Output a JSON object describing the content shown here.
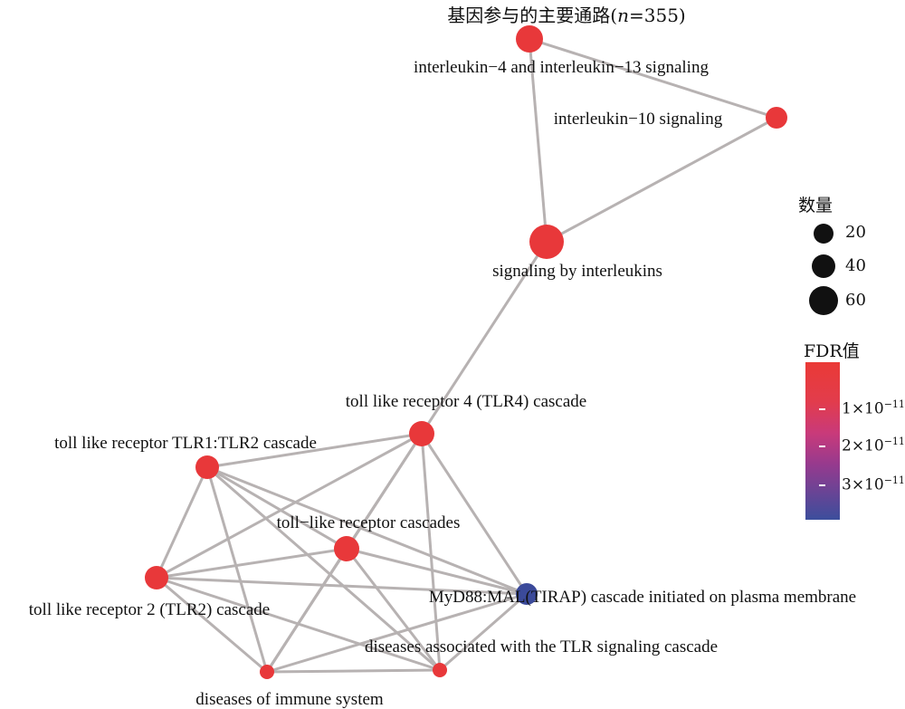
{
  "title": {
    "prefix": "基因参与的主要通路(",
    "n_symbol": "n",
    "suffix": "=355)"
  },
  "network": {
    "nodes": [
      {
        "id": "il4_il13",
        "label": "interleukin−4 and interleukin−13 signaling",
        "count": 40,
        "color": "#e8383a"
      },
      {
        "id": "il10",
        "label": "interleukin−10 signaling",
        "count": 20,
        "color": "#e8383a"
      },
      {
        "id": "sig_il",
        "label": "signaling by interleukins",
        "count": 60,
        "color": "#e8383a"
      },
      {
        "id": "tlr4",
        "label": "toll like receptor 4 (TLR4) cascade",
        "count": 30,
        "color": "#e8383a"
      },
      {
        "id": "tlr12",
        "label": "toll like receptor TLR1:TLR2 cascade",
        "count": 28,
        "color": "#e8383a"
      },
      {
        "id": "tlr_cascades",
        "label": "toll−like receptor cascades",
        "count": 32,
        "color": "#e8383a"
      },
      {
        "id": "myd88",
        "label": "MyD88:MAL(TIRAP) cascade initiated on plasma membrane",
        "count": 24,
        "color": "#3b4a9a"
      },
      {
        "id": "tlr2",
        "label": "toll like receptor 2 (TLR2) cascade",
        "count": 28,
        "color": "#e8383a"
      },
      {
        "id": "dis_tlr",
        "label": "diseases associated with the TLR signaling cascade",
        "count": 12,
        "color": "#e8383a"
      },
      {
        "id": "dis_immune",
        "label": "diseases of immune system",
        "count": 12,
        "color": "#e8383a"
      }
    ],
    "edges": [
      [
        "il4_il13",
        "il10"
      ],
      [
        "il4_il13",
        "sig_il"
      ],
      [
        "il10",
        "sig_il"
      ],
      [
        "sig_il",
        "tlr4"
      ],
      [
        "tlr4",
        "tlr12"
      ],
      [
        "tlr4",
        "tlr_cascades"
      ],
      [
        "tlr4",
        "myd88"
      ],
      [
        "tlr4",
        "tlr2"
      ],
      [
        "tlr4",
        "dis_tlr"
      ],
      [
        "tlr4",
        "dis_immune"
      ],
      [
        "tlr12",
        "tlr_cascades"
      ],
      [
        "tlr12",
        "myd88"
      ],
      [
        "tlr12",
        "tlr2"
      ],
      [
        "tlr12",
        "dis_tlr"
      ],
      [
        "tlr12",
        "dis_immune"
      ],
      [
        "tlr_cascades",
        "myd88"
      ],
      [
        "tlr_cascades",
        "tlr2"
      ],
      [
        "tlr_cascades",
        "dis_tlr"
      ],
      [
        "tlr_cascades",
        "dis_immune"
      ],
      [
        "myd88",
        "tlr2"
      ],
      [
        "myd88",
        "dis_tlr"
      ],
      [
        "myd88",
        "dis_immune"
      ],
      [
        "tlr2",
        "dis_tlr"
      ],
      [
        "tlr2",
        "dis_immune"
      ],
      [
        "dis_tlr",
        "dis_immune"
      ]
    ]
  },
  "legend": {
    "size_title": "数量",
    "size_items": [
      "20",
      "40",
      "60"
    ],
    "color_title": "FDR值",
    "color_ticks": [
      {
        "base": "1×10",
        "exp": "−11"
      },
      {
        "base": "2×10",
        "exp": "−11"
      },
      {
        "base": "3×10",
        "exp": "−11"
      }
    ],
    "color_scale": {
      "low": "#ea3a36",
      "high": "#3c4e9c"
    }
  }
}
